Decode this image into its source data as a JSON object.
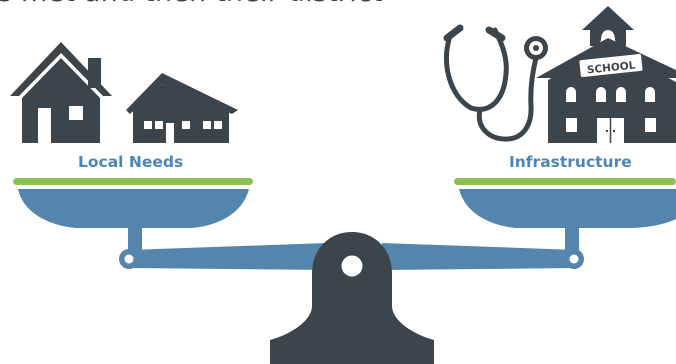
{
  "intro_text": "s met and then their district",
  "left_pan": {
    "label": "Local Needs"
  },
  "right_pan": {
    "label": "Infrastructure",
    "school_sign": "SCHOOL"
  },
  "colors": {
    "dark": "#3d454c",
    "blue": "#5486ad",
    "green": "#8cc152",
    "label_blue": "#4d86b4"
  }
}
